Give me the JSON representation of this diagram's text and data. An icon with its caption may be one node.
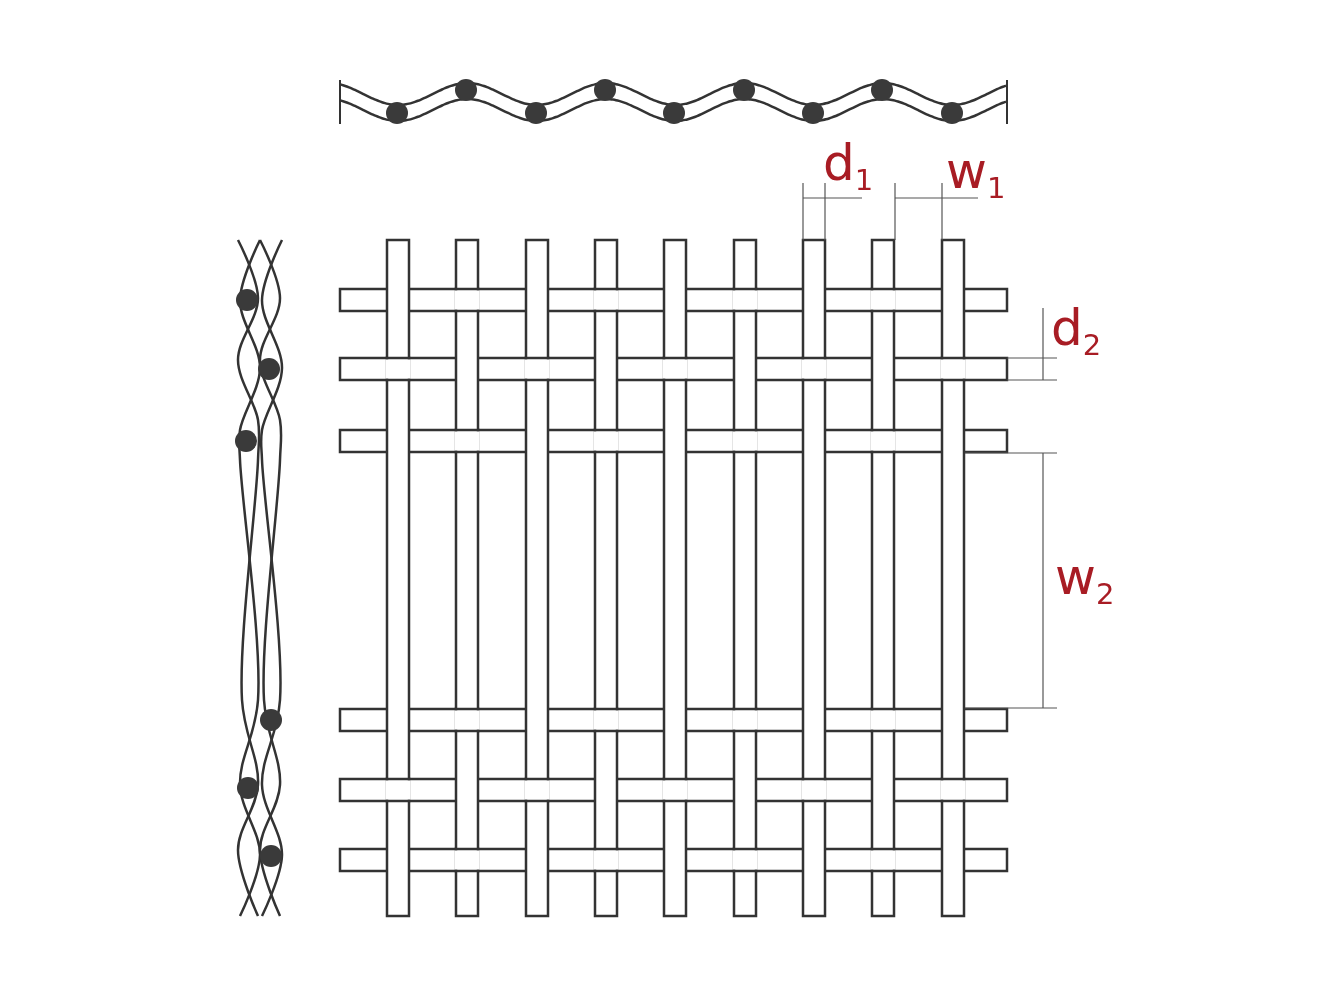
{
  "diagram": {
    "labels": [
      "d$_{1}$",
      "w$_{1}$",
      "d$_{2}$",
      "w$_{2}$"
    ]
  }
}
